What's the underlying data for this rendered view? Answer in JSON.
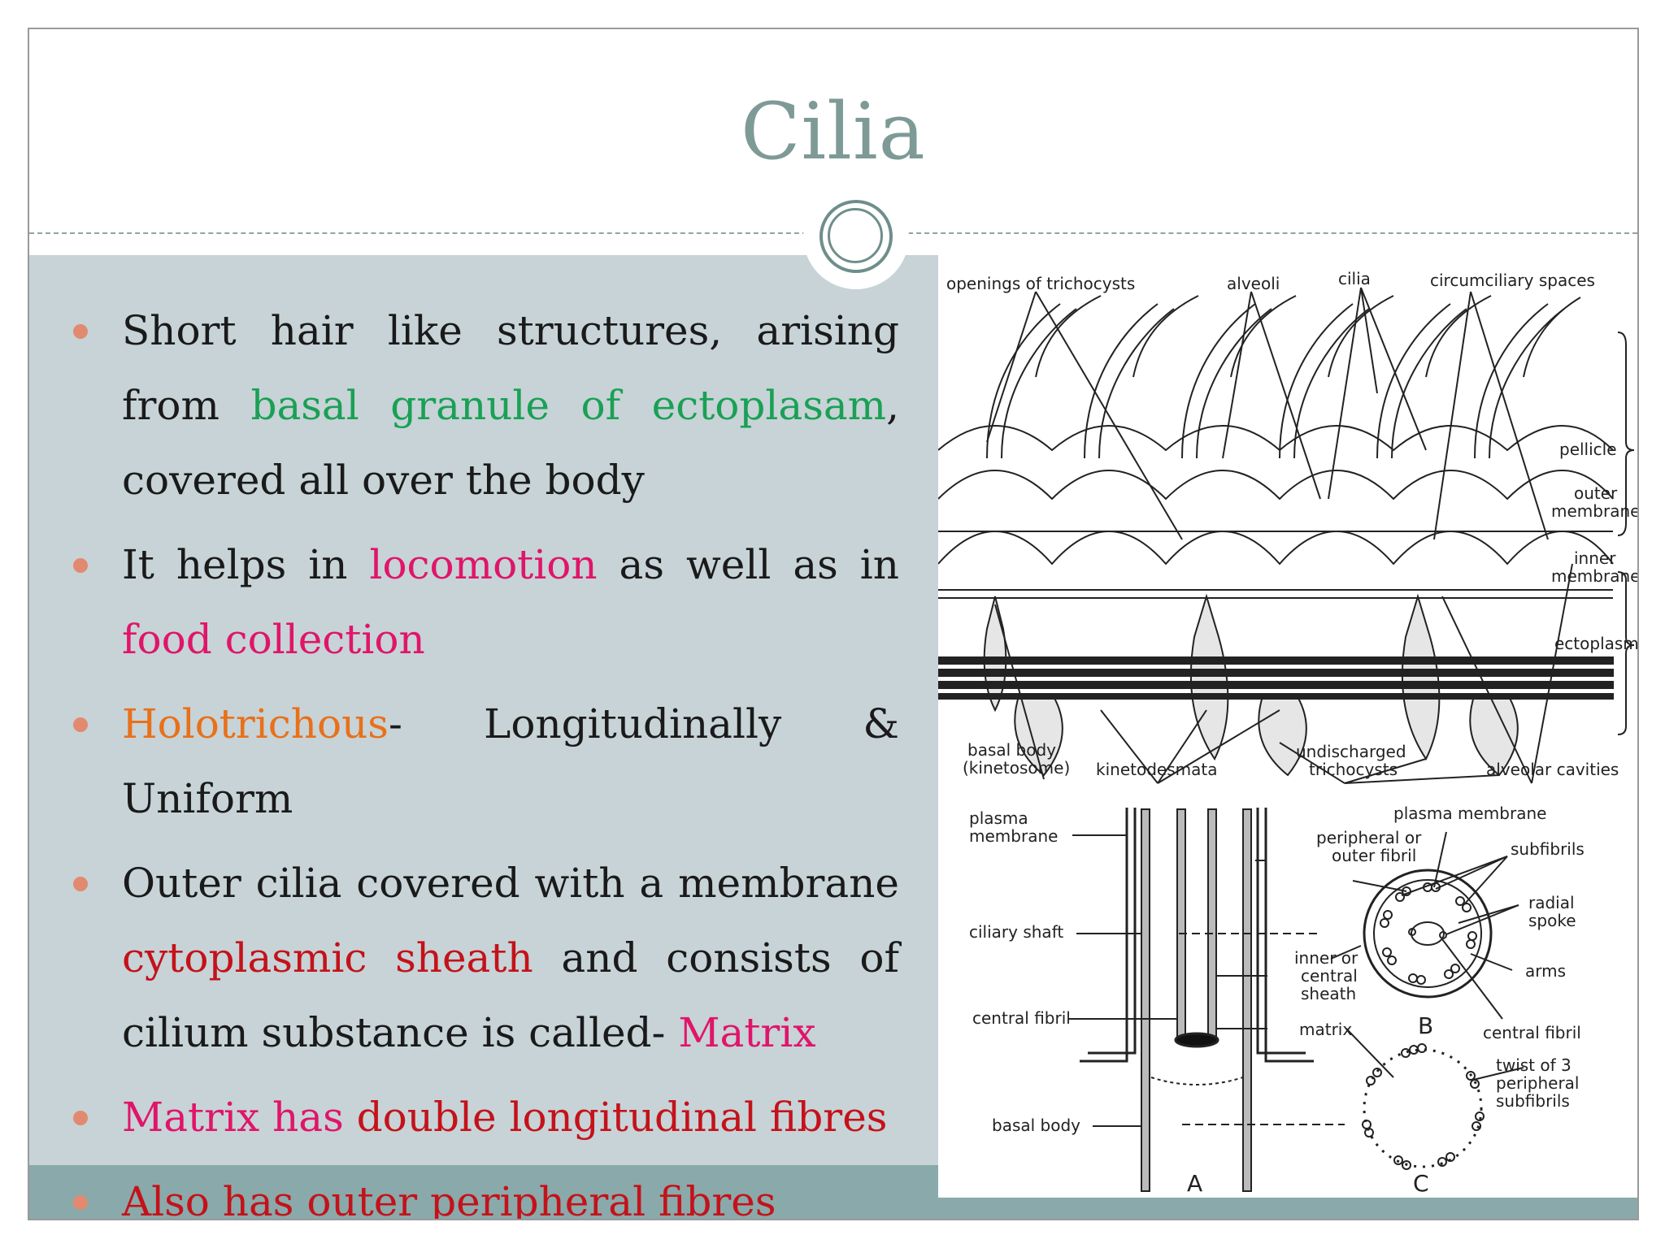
{
  "slide": {
    "title": "Cilia",
    "bullets": [
      {
        "parts": [
          {
            "text": "Short hair like structures, arising from ",
            "style": "plain"
          },
          {
            "text": "basal granule of ectoplasam",
            "style": "green"
          },
          {
            "text": ", covered all over the body",
            "style": "plain"
          }
        ]
      },
      {
        "parts": [
          {
            "text": "It helps in ",
            "style": "plain"
          },
          {
            "text": "locomotion",
            "style": "pink"
          },
          {
            "text": " as well as in ",
            "style": "plain"
          },
          {
            "text": "food collection",
            "style": "pink"
          }
        ]
      },
      {
        "parts": [
          {
            "text": "Holotrichous",
            "style": "orange"
          },
          {
            "text": "- Longitudinally & Uniform",
            "style": "plain"
          }
        ]
      },
      {
        "parts": [
          {
            "text": "Outer cilia covered with a membrane ",
            "style": "plain"
          },
          {
            "text": "cytoplasmic sheath",
            "style": "red"
          },
          {
            "text": " and consists of cilium substance is called- ",
            "style": "plain"
          },
          {
            "text": "Matrix",
            "style": "pink"
          }
        ]
      },
      {
        "parts": [
          {
            "text": "Matrix has ",
            "style": "pink"
          },
          {
            "text": "double longitudinal fibres",
            "style": "red"
          }
        ]
      },
      {
        "parts": [
          {
            "text": "Also has outer peripheral fibres",
            "style": "red"
          }
        ]
      }
    ]
  },
  "diagram_labels": {
    "top": {
      "openings": "openings of trichocysts",
      "alveoli": "alveoli",
      "cilia": "cilia",
      "circumciliary": "circumciliary spaces",
      "pellicle": "pellicle",
      "outer_membrane_1": "outer",
      "outer_membrane_2": "membrane",
      "inner_membrane_1": "inner",
      "inner_membrane_2": "membrane",
      "ectoplasm": "ectoplasm",
      "basal_body_1": "basal body",
      "basal_body_2": "(kinetosome)",
      "kinetodesmata": "kinetodesmata",
      "undischarged_1": "undischarged",
      "undischarged_2": "trichocysts",
      "alveolar": "alveolar cavities"
    },
    "bottom": {
      "plasma_membrane_1": "plasma",
      "plasma_membrane_2": "membrane",
      "ciliary_shaft": "ciliary shaft",
      "central_fibril": "central fibril",
      "basal_body": "basal body",
      "plasma_membrane_r": "plasma membrane",
      "peripheral_1": "peripheral or",
      "peripheral_2": "outer fibril",
      "subfibrils": "subfibrils",
      "radial_1": "radial",
      "radial_2": "spoke",
      "arms": "arms",
      "inner_1": "inner or",
      "inner_2": "central",
      "inner_3": "sheath",
      "matrix": "matrix",
      "central_fibril_r": "central fibril",
      "twist_1": "twist of 3",
      "twist_2": "peripheral",
      "twist_3": "subfibrils",
      "letter_a": "A",
      "letter_b": "B",
      "letter_c": "C"
    }
  },
  "colors": {
    "title": "#7e9a97",
    "panel": "#c7d3d7",
    "footer": "#8aa9aa",
    "bullet": "#e28a6f",
    "green": "#1aa055",
    "pink": "#e0156a",
    "orange": "#e9701a",
    "red": "#c4121a"
  }
}
